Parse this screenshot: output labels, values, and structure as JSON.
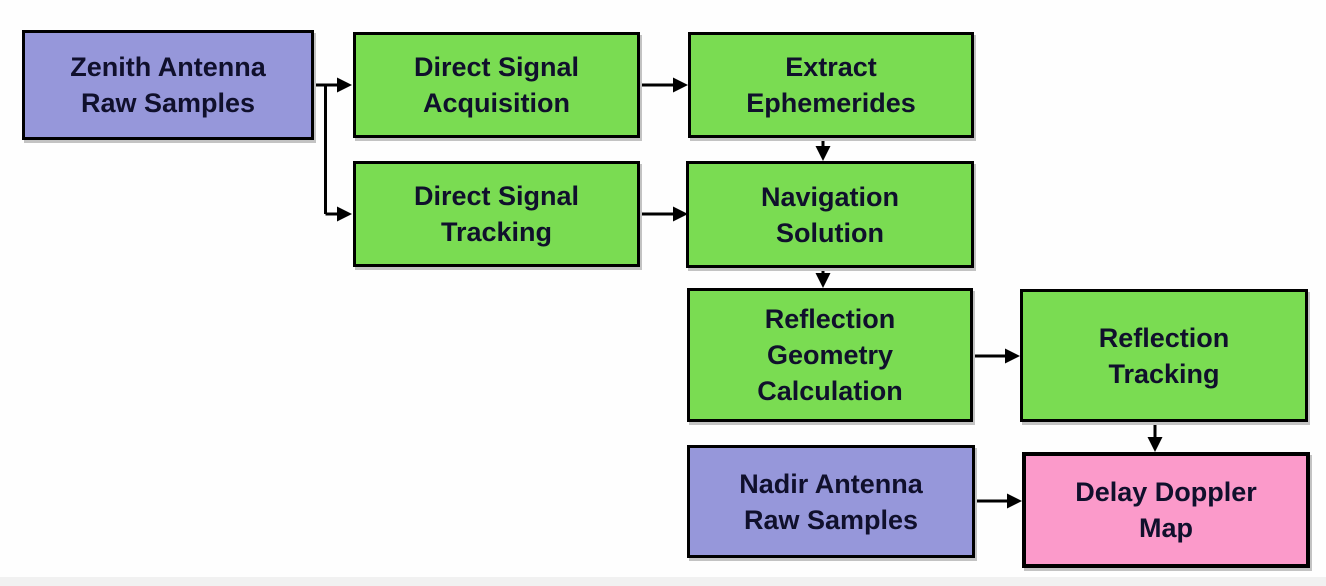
{
  "diagram": {
    "description": "Signal processing flowchart",
    "colors": {
      "raw_input": "#9697da",
      "process": "#7adc52",
      "output": "#fb9aca",
      "border": "#000000",
      "text": "#10102c",
      "connector": "#000000",
      "background": "#fefefe"
    },
    "nodes": [
      {
        "id": "zenith-antenna-raw-samples",
        "label": "Zenith Antenna\nRaw Samples",
        "kind": "raw_input"
      },
      {
        "id": "direct-signal-acquisition",
        "label": "Direct Signal\nAcquisition",
        "kind": "process"
      },
      {
        "id": "extract-ephemerides",
        "label": "Extract\nEphemerides",
        "kind": "process"
      },
      {
        "id": "direct-signal-tracking",
        "label": "Direct Signal\nTracking",
        "kind": "process"
      },
      {
        "id": "navigation-solution",
        "label": "Navigation\nSolution",
        "kind": "process"
      },
      {
        "id": "reflection-geometry-calculation",
        "label": "Reflection\nGeometry\nCalculation",
        "kind": "process"
      },
      {
        "id": "reflection-tracking",
        "label": "Reflection\nTracking",
        "kind": "process"
      },
      {
        "id": "nadir-antenna-raw-samples",
        "label": "Nadir Antenna\nRaw Samples",
        "kind": "raw_input"
      },
      {
        "id": "delay-doppler-map",
        "label": "Delay Doppler\nMap",
        "kind": "output"
      }
    ],
    "edges": [
      {
        "from": "zenith-antenna-raw-samples",
        "to": "direct-signal-acquisition"
      },
      {
        "from": "zenith-antenna-raw-samples",
        "to": "direct-signal-tracking"
      },
      {
        "from": "direct-signal-acquisition",
        "to": "extract-ephemerides"
      },
      {
        "from": "extract-ephemerides",
        "to": "navigation-solution"
      },
      {
        "from": "direct-signal-tracking",
        "to": "navigation-solution"
      },
      {
        "from": "navigation-solution",
        "to": "reflection-geometry-calculation"
      },
      {
        "from": "reflection-geometry-calculation",
        "to": "reflection-tracking"
      },
      {
        "from": "reflection-tracking",
        "to": "delay-doppler-map"
      },
      {
        "from": "nadir-antenna-raw-samples",
        "to": "delay-doppler-map"
      }
    ]
  }
}
